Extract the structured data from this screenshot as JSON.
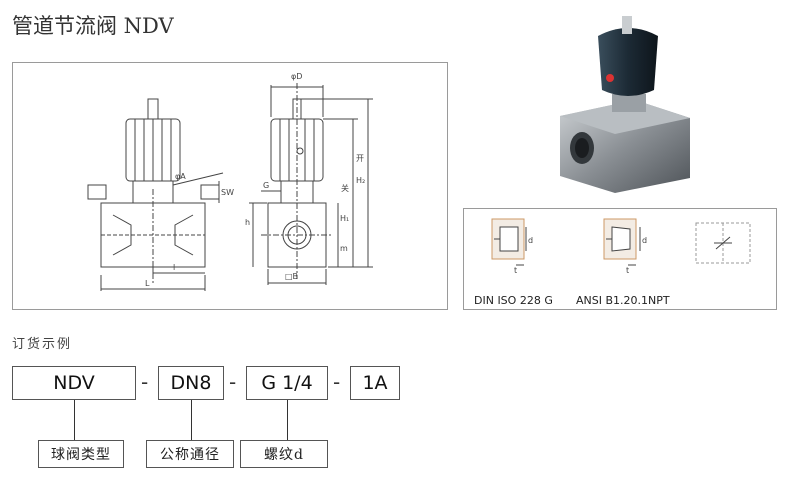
{
  "title": "管道节流阀 NDV",
  "drawing": {
    "dims": {
      "phiD": "φD",
      "phiA": "φA",
      "G": "G",
      "SW": "SW",
      "H1": "H₁",
      "H2": "H₂",
      "open": "开",
      "close": "关",
      "h": "h",
      "m": "m",
      "B": "□B",
      "l": "l",
      "L": "L"
    }
  },
  "threads": {
    "din": "DIN ISO 228 G",
    "ansi": "ANSI B1.20.1NPT",
    "d": "d",
    "t": "t"
  },
  "order": {
    "title": "订货示例",
    "codes": [
      "NDV",
      "DN8",
      "G 1/4",
      "1A"
    ],
    "dash": "-",
    "descriptions": [
      "球阀类型",
      "公称通径",
      "螺纹d"
    ]
  },
  "colors": {
    "line": "#333333",
    "handle": "#1c2a35",
    "body": "#8a8f94"
  }
}
